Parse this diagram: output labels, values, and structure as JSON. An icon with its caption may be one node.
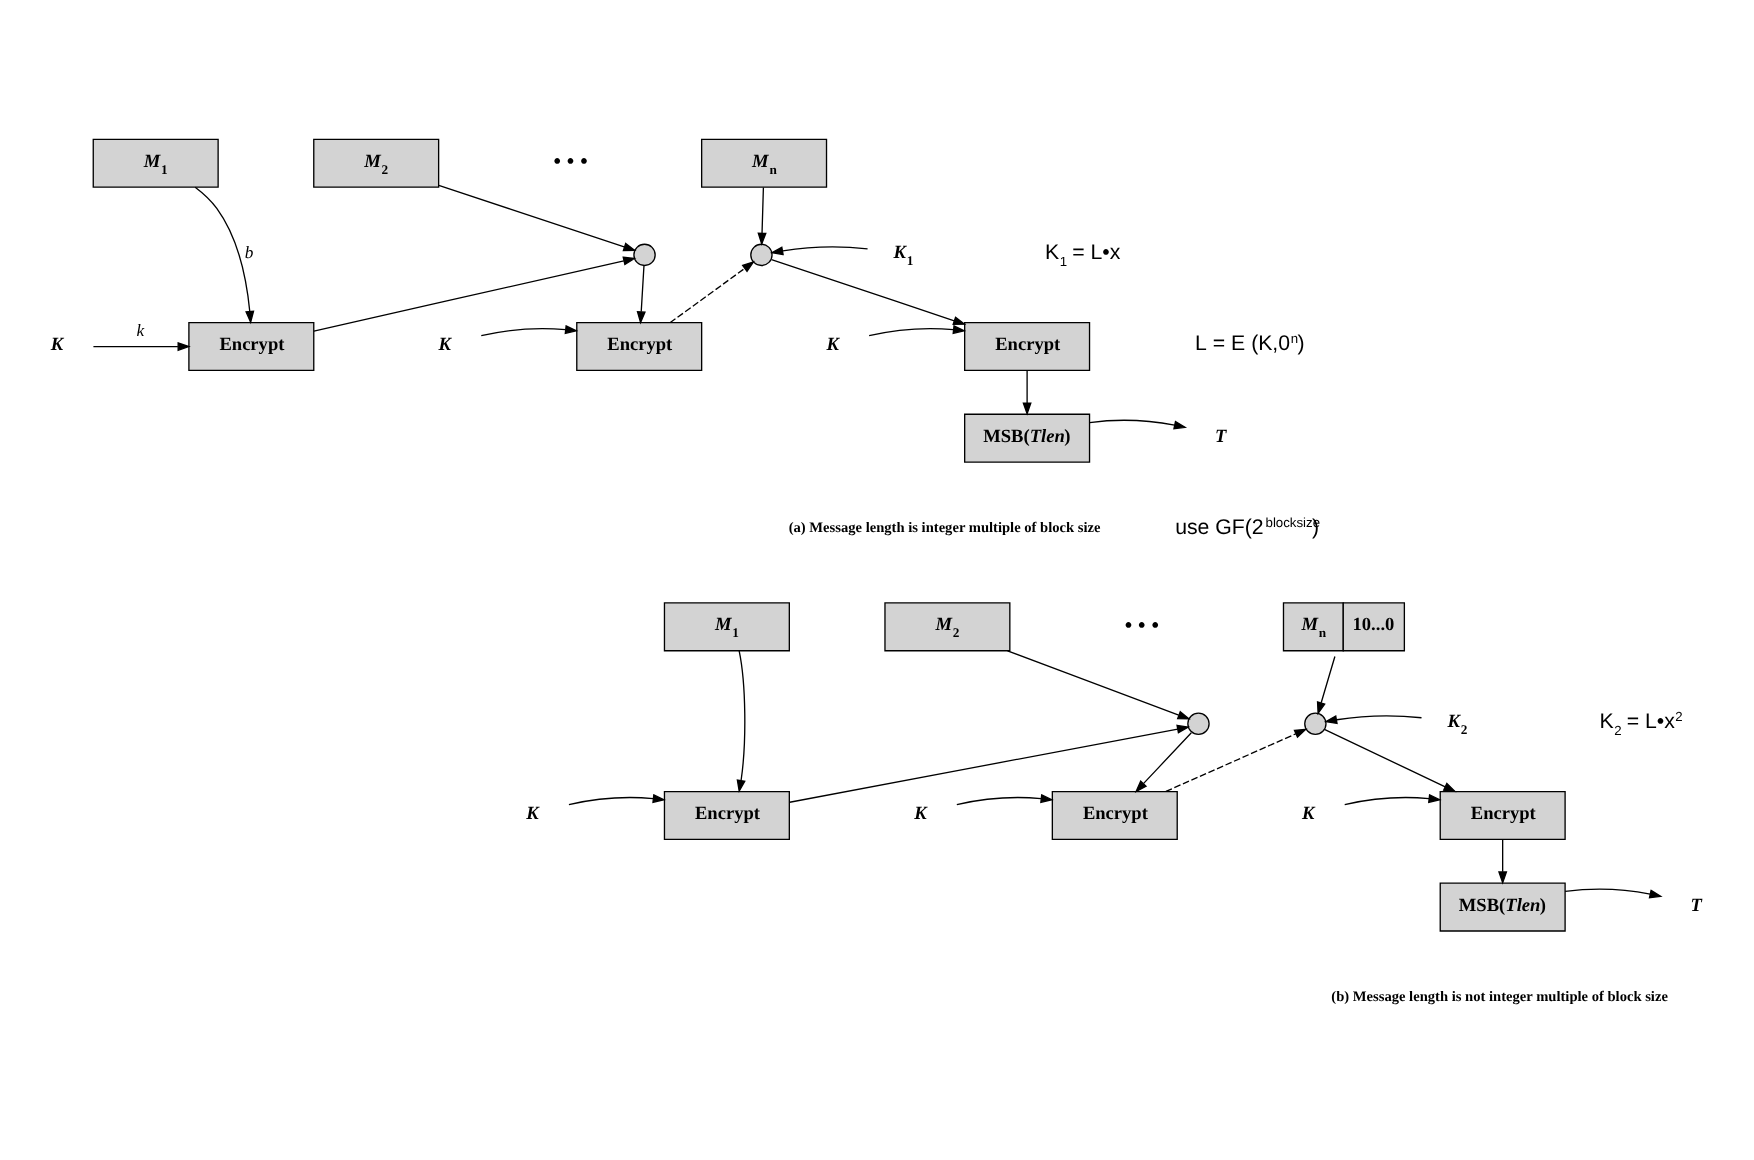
{
  "diagram": {
    "nodes": [
      {
        "text": [
          "*M*$_{1}$"
        ]
      },
      {
        "text": [
          "*M*$_{2}$"
        ]
      },
      {
        "text": [
          "*M*$_{n}$"
        ]
      },
      {
        "text": [],
        "shape": "circle"
      },
      {
        "text": [],
        "shape": "circle"
      },
      {
        "text": [
          "Encrypt"
        ]
      },
      {
        "text": [
          "Encrypt"
        ]
      },
      {
        "text": [
          "Encrypt"
        ]
      },
      {
        "text": [
          "MSB(*Tlen*)"
        ]
      },
      {
        "text": [
          "*K*"
        ]
      },
      {
        "text": [
          "*K*"
        ]
      },
      {
        "text": [
          "*K*"
        ]
      },
      {
        "text": [
          "*K*$_{1}$"
        ]
      },
      {
        "text": [
          "*T*"
        ]
      },
      {
        "text": [
          "*M*$_{1}$"
        ]
      },
      {
        "text": [
          "*M*$_{2}$"
        ]
      },
      {
        "text": [
          "*M*$_{n}$",
          "10...0"
        ]
      },
      {
        "text": [],
        "shape": "circle"
      },
      {
        "text": [],
        "shape": "circle"
      },
      {
        "text": [
          "Encrypt"
        ]
      },
      {
        "text": [
          "Encrypt"
        ]
      },
      {
        "text": [
          "Encrypt"
        ]
      },
      {
        "text": [
          "MSB(*Tlen*)"
        ]
      },
      {
        "text": [
          "*K*"
        ]
      },
      {
        "text": [
          "*K*"
        ]
      },
      {
        "text": [
          "*K*"
        ]
      },
      {
        "text": [
          "*K*$_{2}$"
        ]
      },
      {
        "text": [
          "*T*"
        ]
      }
    ],
    "edges": [
      {
        "from": 0,
        "to": 5,
        "arrow": "to",
        "label": "*b*"
      },
      {
        "from": 9,
        "to": 5,
        "arrow": "to",
        "label": "*k*"
      },
      {
        "from": 5,
        "to": 3,
        "arrow": "to"
      },
      {
        "from": 1,
        "to": 3,
        "arrow": "to"
      },
      {
        "from": 3,
        "to": 6,
        "arrow": "to"
      },
      {
        "from": 10,
        "to": 6,
        "arrow": "to"
      },
      {
        "from": 6,
        "to": 4,
        "arrow": "to",
        "style": "dashed"
      },
      {
        "from": 2,
        "to": 4,
        "arrow": "to"
      },
      {
        "from": 12,
        "to": 4,
        "arrow": "to"
      },
      {
        "from": 4,
        "to": 7,
        "arrow": "to"
      },
      {
        "from": 11,
        "to": 7,
        "arrow": "to"
      },
      {
        "from": 7,
        "to": 8,
        "arrow": "to"
      },
      {
        "from": 8,
        "to": 13,
        "arrow": "to"
      },
      {
        "from": 14,
        "to": 19,
        "arrow": "to"
      },
      {
        "from": 23,
        "to": 19,
        "arrow": "to"
      },
      {
        "from": 19,
        "to": 17,
        "arrow": "to"
      },
      {
        "from": 15,
        "to": 17,
        "arrow": "to"
      },
      {
        "from": 17,
        "to": 20,
        "arrow": "to"
      },
      {
        "from": 24,
        "to": 20,
        "arrow": "to"
      },
      {
        "from": 20,
        "to": 18,
        "arrow": "to",
        "style": "dashed"
      },
      {
        "from": 16,
        "to": 18,
        "arrow": "to"
      },
      {
        "from": 26,
        "to": 18,
        "arrow": "to"
      },
      {
        "from": 18,
        "to": 21,
        "arrow": "to"
      },
      {
        "from": 25,
        "to": 21,
        "arrow": "to"
      },
      {
        "from": 21,
        "to": 22,
        "arrow": "to"
      },
      {
        "from": 22,
        "to": 27,
        "arrow": "to"
      }
    ],
    "labels": [
      "• • •",
      "K$_{1}$ = L•x",
      "L = E (K,0$^{n}$)",
      "(a) Message length is integer multiple of block size",
      "use GF(2$^{blocksize}$)",
      "• • •",
      "K$_{2}$ = L•x$^{2}$",
      "(b) Message length is not integer multiple of block size"
    ]
  }
}
